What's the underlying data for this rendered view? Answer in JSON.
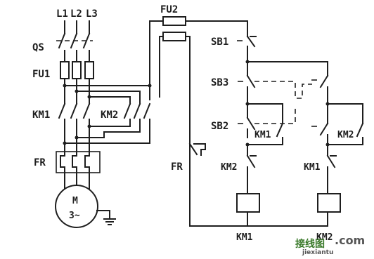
{
  "labels": {
    "l1": "L1",
    "l2": "L2",
    "l3": "L3",
    "qs": "QS",
    "fu1": "FU1",
    "km1_main": "KM1",
    "km2_main": "KM2",
    "fr_left": "FR",
    "motor_m": "M",
    "motor_phase": "3~",
    "fu2": "FU2",
    "sb1": "SB1",
    "sb3": "SB3",
    "sb2": "SB2",
    "km1_hold": "KM1",
    "km2_hold": "KM2",
    "fr_ctrl": "FR",
    "km2_interlock": "KM2",
    "km1_interlock": "KM1",
    "km1_coil": "KM1",
    "km2_coil": "KM2"
  },
  "watermark": {
    "brand": "接线图",
    "domain": ".com",
    "url": "jiexiantu"
  }
}
